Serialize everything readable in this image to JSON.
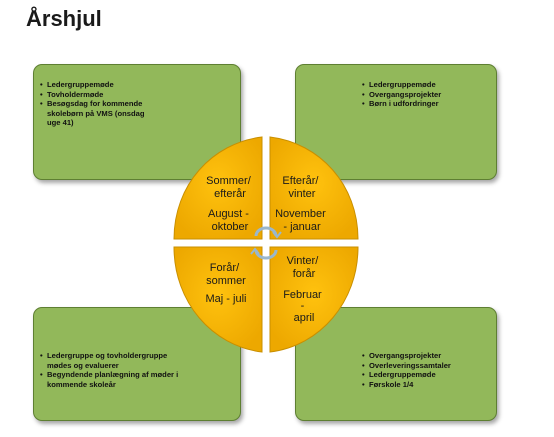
{
  "title": "Årshjul",
  "quadrants": {
    "top_left": {
      "season": [
        "Sommer/",
        "efterår"
      ],
      "months": [
        "August -",
        "oktober"
      ]
    },
    "top_right": {
      "season": [
        "Efterår/",
        "vinter"
      ],
      "months": [
        "November",
        "- januar"
      ]
    },
    "bottom_left": {
      "season": [
        "Forår/",
        "sommer"
      ],
      "months": [
        "Maj - juli"
      ]
    },
    "bottom_right": {
      "season": [
        "Vinter/",
        "forår"
      ],
      "months": [
        "Februar",
        "-",
        "april"
      ]
    }
  },
  "boxes": {
    "top_left": [
      "Ledergruppemøde",
      "Tovholdermøde",
      "Besøgsdag for kommende skolebørn på VMS (onsdag uge 41)"
    ],
    "top_right": [
      "Ledergruppemøde",
      "Overgangsprojekter",
      "Børn i udfordringer"
    ],
    "bottom_left": [
      "Ledergruppe og tovholdergruppe mødes og evaluerer",
      "Begyndende planlægning af møder i kommende skoleår"
    ],
    "bottom_right": [
      "Overgangsprojekter",
      "Overleveringssamtaler",
      "Ledergruppemøde",
      "Førskole 1/4"
    ]
  },
  "colors": {
    "box_fill": "#92b85a",
    "wheel_fill": "#f2b100",
    "wheel_stroke": "#c98f00",
    "arrow": "#9ab7cc"
  }
}
